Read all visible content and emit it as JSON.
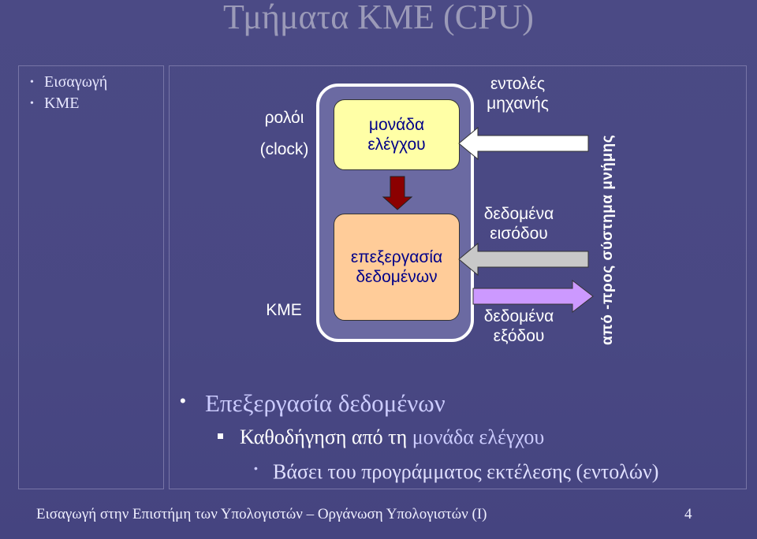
{
  "slide": {
    "title": "Τμήματα ΚΜΕ (CPU)",
    "sidebar": {
      "items": [
        {
          "label": "Εισαγωγή"
        },
        {
          "label": "ΚΜΕ"
        }
      ]
    },
    "diagram": {
      "clock_line1": "ρολόι",
      "clock_line2": "(clock)",
      "kme_label": "ΚΜΕ",
      "control_unit": {
        "line1": "μονάδα",
        "line2": "ελέγχου",
        "color": "#ffffa6"
      },
      "data_processing": {
        "line1": "επεξεργασία",
        "line2": "δεδομένων",
        "color": "#ffcc99"
      },
      "instructions": {
        "line1": "εντολές",
        "line2": "μηχανής"
      },
      "input_data": {
        "line1": "δεδομένα",
        "line2": "εισόδου"
      },
      "output_data": {
        "line1": "δεδομένα",
        "line2": "εξόδου"
      },
      "memory_label": "από -προς σύστημα μνήμης",
      "colors": {
        "cpu_fill": "#6b6aa2",
        "down_arrow": "#8b0000",
        "input_arrow": "#c8c8c8",
        "output_arrow": "#cc99ff"
      }
    },
    "bullets": {
      "main": "Επεξεργασία δεδομένων",
      "sub_prefix": "Καθοδήγηση από τη ",
      "sub_highlight": "μονάδα ελέγχου",
      "subsub": "Βάσει του προγράμματος εκτέλεσης (εντολών)"
    },
    "footer": {
      "text": "Εισαγωγή στην Επιστήμη των Υπολογιστών – Οργάνωση Υπολογιστών (Ι)",
      "page_number": "4"
    }
  }
}
